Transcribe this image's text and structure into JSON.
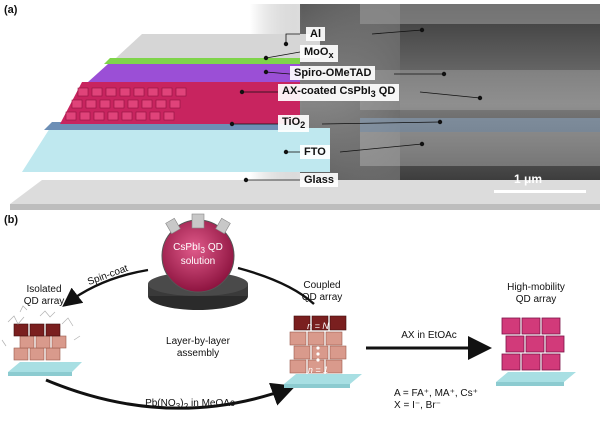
{
  "panel_a": {
    "tag": "(a)",
    "layers": [
      {
        "label": "Al"
      },
      {
        "label": "MoO"
      },
      {
        "label": "Spiro-OMeTAD"
      },
      {
        "label": "AX-coated CsPbI"
      },
      {
        "label": "TiO"
      },
      {
        "label": "FTO"
      },
      {
        "label": "Glass"
      }
    ],
    "layer_suffixes": {
      "moox_sub": "x",
      "cspbi_sub": "3",
      "cspbi_tail": " QD",
      "tio_sub": "2"
    },
    "scale_bar": "1 μm"
  },
  "panel_b": {
    "tag": "(b)",
    "flask": {
      "line1": "CsPbI",
      "line1_sub": "3",
      "line1_tail": " QD",
      "line2": "solution"
    },
    "spin_coat": "Spin-coat",
    "isolated": {
      "line1": "Isolated",
      "line2": "QD array"
    },
    "layer_by_layer": {
      "line1": "Layer-by-layer",
      "line2": "assembly"
    },
    "pb_step": {
      "prefix": "Pb(NO",
      "sub": "3",
      "mid": ")",
      "sub2": "2",
      "tail": " in MeOAc"
    },
    "coupled": {
      "line1": "Coupled",
      "line2": "QD array"
    },
    "n_top": "n = N",
    "n_bottom": "n = 1",
    "ax_step": "AX in EtOAc",
    "high_mobility": {
      "line1": "High-mobility",
      "line2": "QD array"
    },
    "composition": {
      "a_line": "A = FA⁺, MA⁺, Cs⁺",
      "x_line": "X = I⁻, Br⁻"
    }
  },
  "colors": {
    "perovskite": "#c8245f",
    "spiro": "#9b4fd6",
    "moox": "#7fd44a",
    "tio2": "#6d8fb6",
    "fto": "#bfe8ef",
    "glass": "#d9d9d9"
  }
}
